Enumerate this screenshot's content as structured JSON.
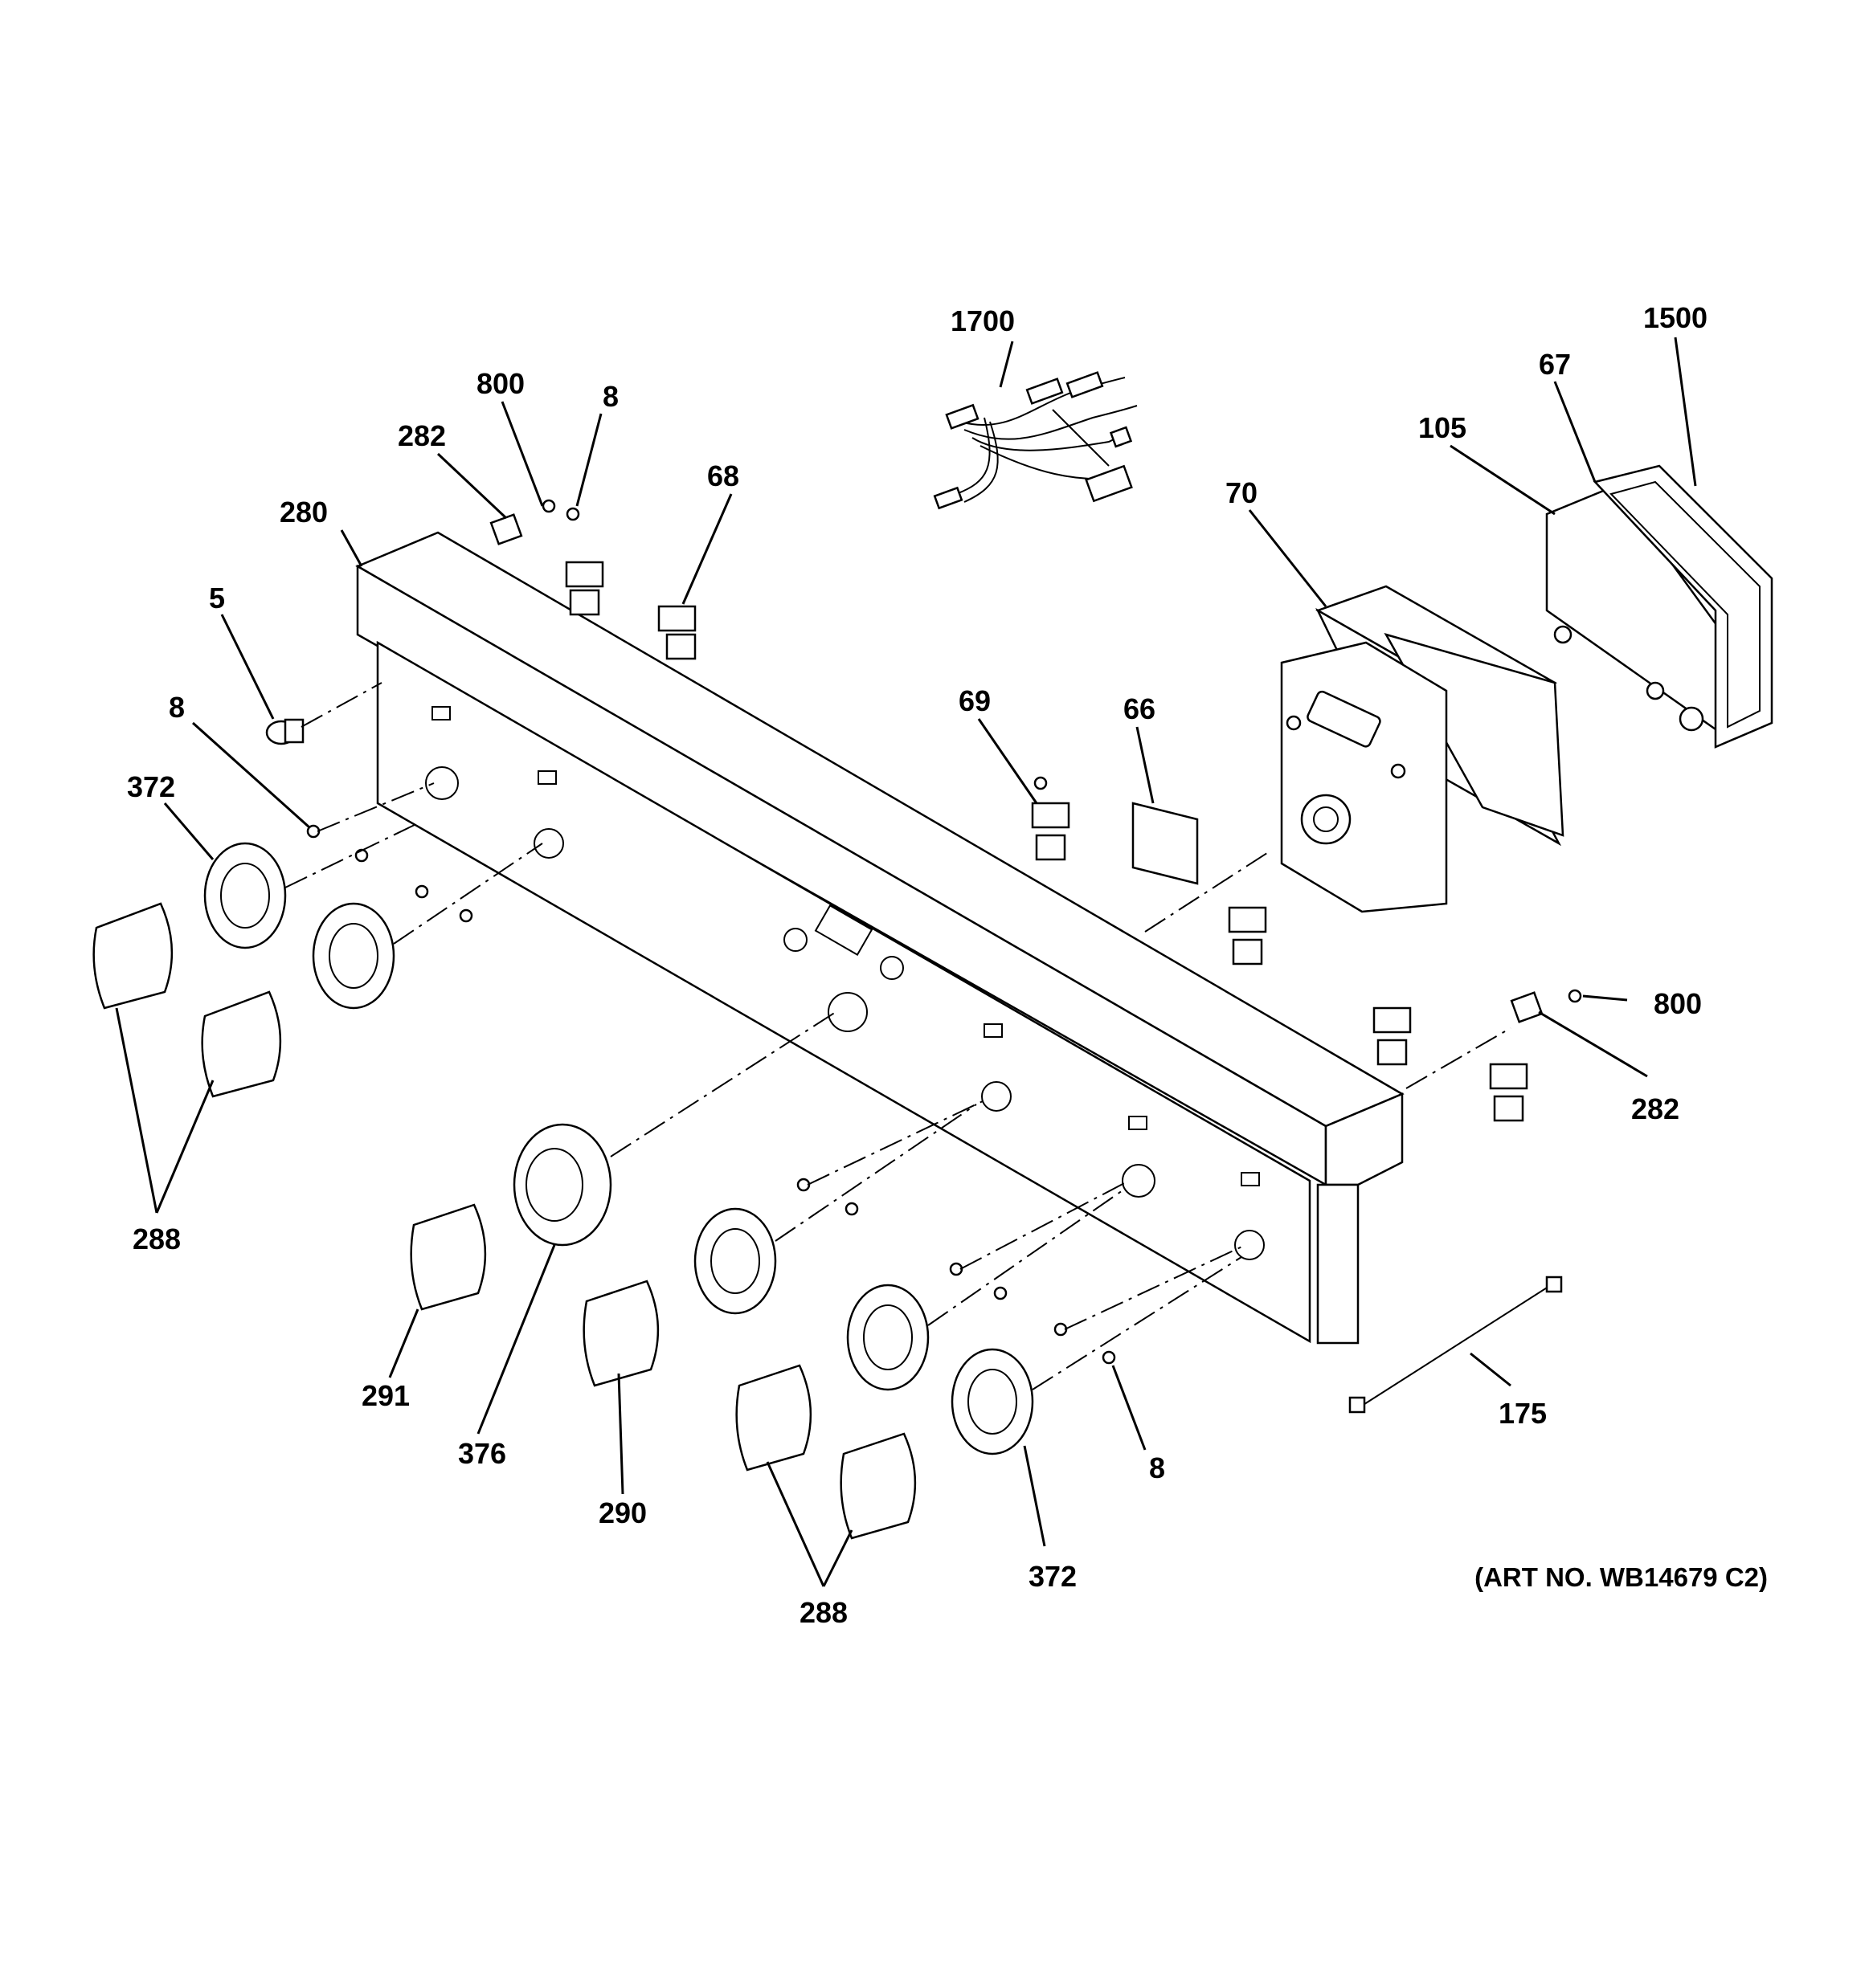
{
  "diagram": {
    "caption": "(ART NO. WB14679 C2)",
    "labels": {
      "l1700": "1700",
      "l1500": "1500",
      "l67": "67",
      "l105": "105",
      "l70": "70",
      "l800a": "800",
      "l8a": "8",
      "l282a": "282",
      "l68": "68",
      "l280": "280",
      "l5": "5",
      "l8b": "8",
      "l372a": "372",
      "l69": "69",
      "l66": "66",
      "l800b": "800",
      "l282b": "282",
      "l288a": "288",
      "l291": "291",
      "l376": "376",
      "l290": "290",
      "l8c": "8",
      "l175": "175",
      "l288b": "288",
      "l372b": "372"
    }
  }
}
